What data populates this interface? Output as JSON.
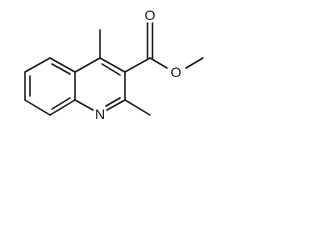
{
  "molecule": {
    "atoms": {
      "ring_nitrogen": "N",
      "carbonyl_oxygen": "O",
      "ester_oxygen": "O"
    },
    "colors": {
      "bond": "#1a1a1a",
      "background": "#ffffff"
    }
  }
}
